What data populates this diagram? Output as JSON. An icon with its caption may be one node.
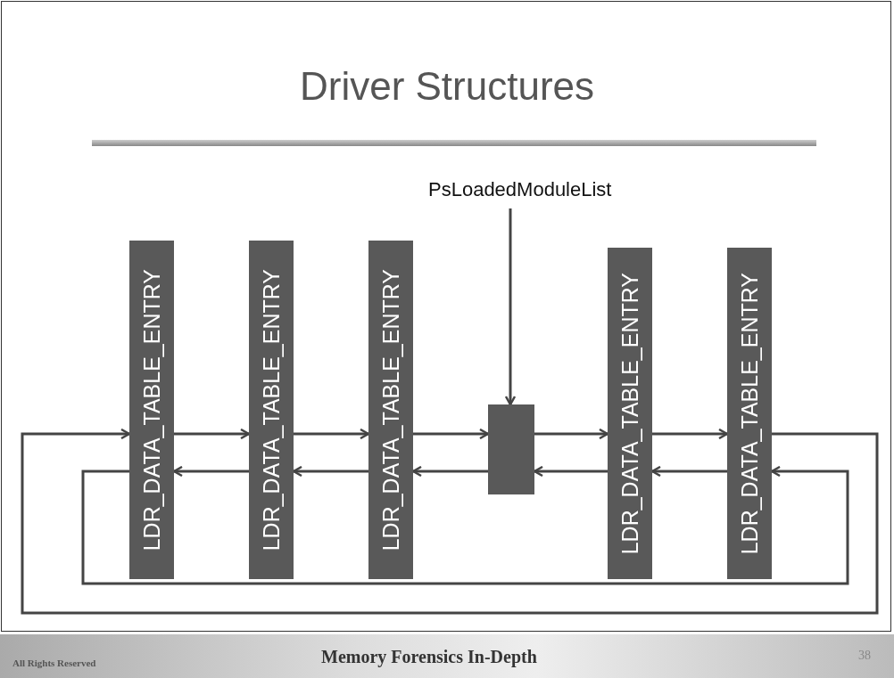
{
  "diagram": {
    "title": "Driver Structures",
    "nodes": [
      {
        "text": [
          "PsLoadedModuleList"
        ]
      },
      {
        "text": [
          "LDR_DATA_TABLE_ENTRY"
        ]
      },
      {
        "text": [
          "LDR_DATA_TABLE_ENTRY"
        ]
      },
      {
        "text": [
          "LDR_DATA_TABLE_ENTRY"
        ]
      },
      {
        "text": [],
        "shape": "box"
      },
      {
        "text": [
          "LDR_DATA_TABLE_ENTRY"
        ]
      },
      {
        "text": [
          "LDR_DATA_TABLE_ENTRY"
        ]
      }
    ],
    "edges": [
      {
        "from": 0,
        "to": 4,
        "arrow": "to"
      },
      {
        "from": 1,
        "to": 2,
        "arrow": "to"
      },
      {
        "from": 2,
        "to": 3,
        "arrow": "to"
      },
      {
        "from": 3,
        "to": 4,
        "arrow": "to"
      },
      {
        "from": 4,
        "to": 5,
        "arrow": "to"
      },
      {
        "from": 5,
        "to": 6,
        "arrow": "to"
      },
      {
        "from": 6,
        "to": 1,
        "arrow": "to"
      },
      {
        "from": 2,
        "to": 1,
        "arrow": "to"
      },
      {
        "from": 3,
        "to": 2,
        "arrow": "to"
      },
      {
        "from": 4,
        "to": 3,
        "arrow": "to"
      },
      {
        "from": 5,
        "to": 4,
        "arrow": "to"
      },
      {
        "from": 6,
        "to": 5,
        "arrow": "to"
      },
      {
        "from": 1,
        "to": 6,
        "arrow": "to"
      }
    ],
    "labels": [
      "All Rights Reserved",
      "Memory Forensics In-Depth",
      "38"
    ]
  }
}
